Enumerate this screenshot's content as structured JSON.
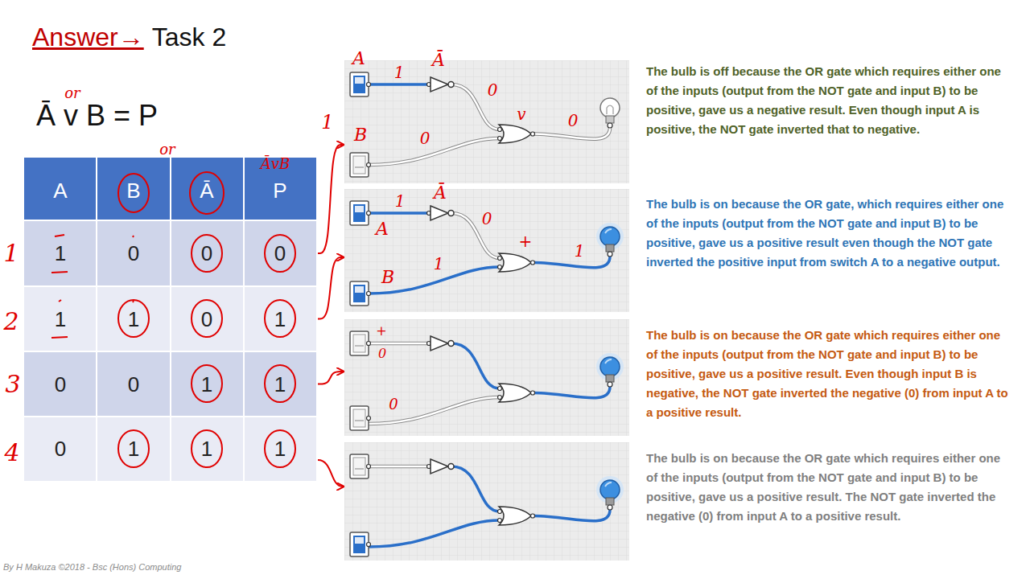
{
  "diagram": {
    "title": "Task 2",
    "nodes": [
      {
        "text": [
          "A",
          "B",
          "Ā",
          "P"
        ]
      },
      {
        "text": [
          "1",
          "0",
          "0",
          "0"
        ]
      },
      {
        "text": [
          "1",
          "1",
          "0",
          "1"
        ]
      },
      {
        "text": [
          "0",
          "0",
          "1",
          "1"
        ]
      },
      {
        "text": [
          "0",
          "1",
          "1",
          "1"
        ]
      },
      {
        "text": [
          "A",
          "1",
          "Ā",
          "0",
          "B",
          "0",
          "v",
          "0"
        ]
      },
      {
        "text": [
          "1",
          "Ā",
          "0",
          "A",
          "B",
          "1",
          "+",
          "1"
        ]
      },
      {
        "text": [
          "+",
          "0",
          "0"
        ]
      }
    ],
    "edges": [
      {
        "from": 1,
        "to": 5,
        "arrow": "to"
      },
      {
        "from": 2,
        "to": 6,
        "arrow": "to"
      },
      {
        "from": 3,
        "to": 7,
        "arrow": "to"
      }
    ],
    "labels": [
      "Answer→",
      "Ā v B = P",
      "or",
      "or",
      "ĀvB",
      "1",
      "2",
      "3",
      "4",
      "1",
      "The bulb is off because the OR gate which requires either one of the inputs (output from the NOT gate and input B) to be positive, gave us a negative result. Even though input A is positive, the NOT gate inverted that to negative.",
      "The bulb is on because the OR gate, which requires either one of the inputs (output from the NOT gate and input B) to be positive, gave us a positive result even though the NOT gate inverted the positive input from switch A to a negative output.",
      "The bulb is on because the OR gate which requires either one of the inputs (output from the NOT gate and input B) to be positive, gave us a positive result. Even though input B is negative, the NOT gate inverted the negative (0) from input A to a positive result.",
      "The bulb is on because the OR gate which requires either one of the inputs (output from the NOT gate and input B) to be positive, gave us a positive result. The NOT gate inverted the negative (0) from input A to a positive result.",
      "By H Makuza ©2018 - Bsc (Hons) Computing"
    ]
  }
}
